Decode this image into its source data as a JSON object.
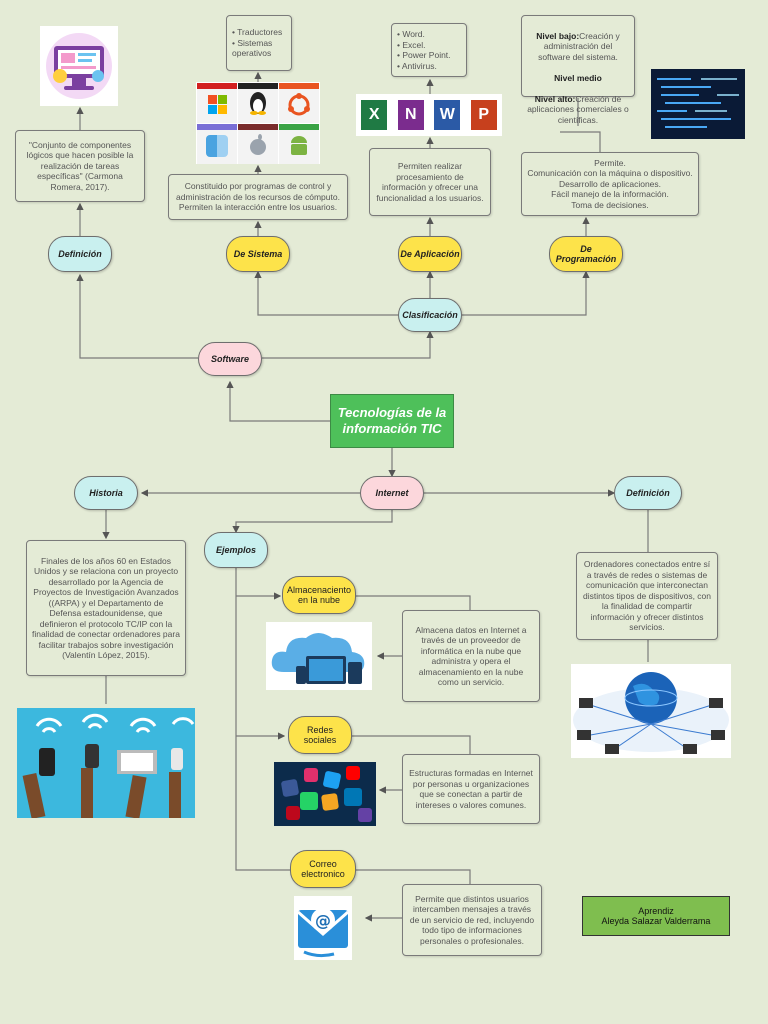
{
  "title": "Tecnologías de la\ninformación TIC",
  "software": {
    "label": "Software",
    "clasificacion": "Clasificación",
    "definicion": {
      "label": "Definición",
      "text": "\"Conjunto de componentes lógicos que hacen posible la realización de tareas específicas\" (Carmona Romera, 2017)."
    },
    "sistema": {
      "label": "De Sistema",
      "text": "Constituido por programas de control y administración de los recursos de cómputo. Permiten la interacción entre los usuarios.",
      "list": "• Traductores\n• Sistemas\n  operativos",
      "os_tiles": [
        "Windows",
        "Linux",
        "Ubuntu",
        "Mac OS",
        "iOS",
        "Android"
      ]
    },
    "aplicacion": {
      "label": "De Aplicación",
      "text": "Permiten realizar procesamiento de información y ofrecer una funcionalidad a los usuarios.",
      "list": "• Word.\n• Excel.\n• Power Point.\n• Antivirus.",
      "office_letters": [
        "X",
        "N",
        "W",
        "P"
      ]
    },
    "programacion": {
      "label": "De Programación",
      "text": "Permite.\nComunicación con la máquina o dispositivo.\nDesarrollo de aplicaciones.\nFácil manejo de la información.\nToma de decisiones.",
      "levels": [
        {
          "name": "Nivel bajo:",
          "desc": "Creación y administración del software del sistema."
        },
        {
          "name": "Nivel medio",
          "desc": ""
        },
        {
          "name": "Nivel alto:",
          "desc": "Creación de aplicaciones comerciales o científicas."
        }
      ]
    }
  },
  "internet": {
    "label": "Internet",
    "historia": {
      "label": "Historia",
      "text": "Finales de los años 60 en Estados Unidos y se relaciona con un proyecto desarrollado por la Agencia de Proyectos de Investigación Avanzados ((ARPA) y el Departamento de Defensa estadounidense, que definieron el protocolo TC/IP con la finalidad de conectar ordenadores para facilitar trabajos sobre investigación (Valentín López, 2015)."
    },
    "definicion": {
      "label": "Definición",
      "text": "Ordenadores conectados entre sí a través de redes o sistemas de comunicación que interconectan distintos tipos de dispositivos, con la finalidad de compartir información y ofrecer distintos servicios."
    },
    "ejemplos": {
      "label": "Ejemplos",
      "nube": {
        "label": "Almacenaciento\nen la nube",
        "text": "Almacena datos en Internet a través de un proveedor de informática en la nube que administra y opera el almacenamiento en la nube como un servicio."
      },
      "redes": {
        "label": "Redes\nsociales",
        "text": "Estructuras formadas en Internet por personas u organizaciones que se conectan a partir de intereses o valores comunes."
      },
      "correo": {
        "label": "Correo\nelectronico",
        "text": "Permite que distintos usuarios intercamben mensajes a través de un servicio de red, incluyendo todo tipo de informaciones personales o profesionales."
      }
    }
  },
  "author": {
    "role": "Aprendiz",
    "name": "Aleyda Salazar Valderrama"
  },
  "colors": {
    "background": "#e4ebd6",
    "title_green": "#4ec05a",
    "yellow": "#fde34a",
    "cyan": "#c9f0ef",
    "pink": "#fcd7dc",
    "author_green": "#7fbe4f"
  },
  "icons": [
    "computer-settings-icon",
    "cloud-devices-icon",
    "social-apps-icon",
    "email-envelope-icon",
    "globe-network-icon",
    "code-screen-icon",
    "hands-devices-icon"
  ]
}
